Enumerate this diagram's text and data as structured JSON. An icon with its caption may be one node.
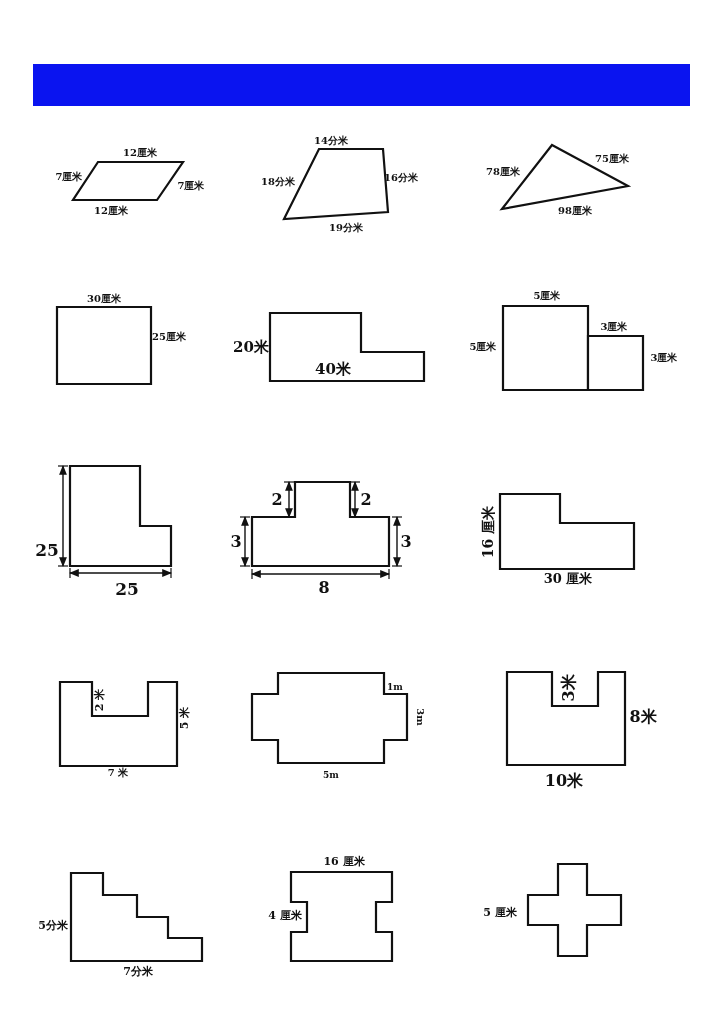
{
  "diagram": {
    "nodes": [
      {
        "text": [],
        "shape": "parallelogram",
        "beside": [
          "12厘米",
          "7厘米",
          "7厘米",
          "12厘米"
        ]
      },
      {
        "text": [],
        "shape": "trapezoid",
        "beside": [
          "14分米",
          "18分米",
          "16分米",
          "19分米"
        ]
      },
      {
        "text": [],
        "shape": "triangle",
        "beside": [
          "78厘米",
          "75厘米",
          "98厘米"
        ]
      },
      {
        "text": [],
        "shape": "rectangle",
        "beside": [
          "30厘米",
          "25厘米"
        ]
      },
      {
        "text": [
          "40米"
        ],
        "beside": [
          "20米"
        ]
      },
      {
        "text": [],
        "shape": "square",
        "beside": [
          "5厘米",
          "5厘米"
        ]
      },
      {
        "text": [],
        "shape": "square",
        "beside": [
          "3厘米",
          "3厘米"
        ]
      },
      {
        "text": [],
        "shape": "polygon",
        "beside": [
          "25",
          "25"
        ]
      },
      {
        "text": [],
        "shape": "polygon",
        "beside": [
          "2",
          "2",
          "3",
          "3",
          "8"
        ]
      },
      {
        "text": [],
        "shape": "polygon",
        "beside": [
          "16 厘米",
          "30 厘米"
        ]
      },
      {
        "text": [],
        "shape": "polygon",
        "beside": [
          "2 米",
          "5 米",
          "7 米"
        ]
      },
      {
        "text": [],
        "shape": "polygon",
        "beside": [
          "1m",
          "3m",
          "5m"
        ]
      },
      {
        "text": [],
        "shape": "polygon",
        "beside": [
          "3米",
          "8米",
          "10米"
        ]
      },
      {
        "text": [],
        "shape": "polygon",
        "beside": [
          "5分米",
          "7分米"
        ]
      },
      {
        "text": [],
        "shape": "polygon",
        "beside": [
          "16 厘米",
          "4 厘米"
        ]
      },
      {
        "text": [],
        "shape": "polygon",
        "beside": [
          "5 厘米"
        ]
      }
    ]
  }
}
